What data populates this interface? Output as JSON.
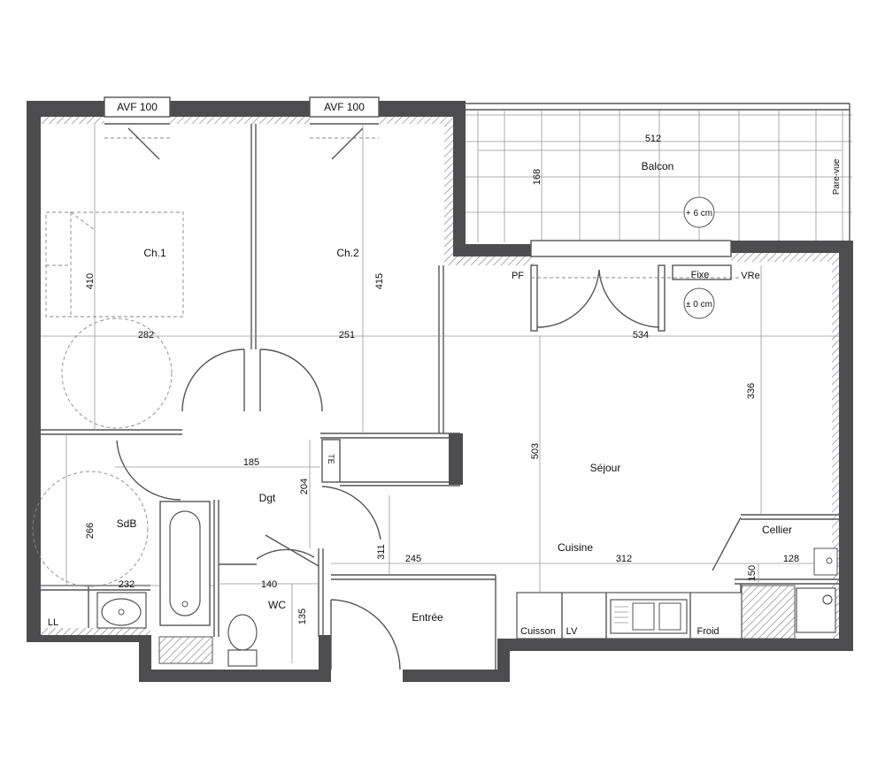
{
  "windows": {
    "ch1": "AVF 100",
    "ch2": "AVF 100"
  },
  "rooms": {
    "ch1": "Ch.1",
    "ch2": "Ch.2",
    "balcon": "Balcon",
    "sejour": "Séjour",
    "cuisine": "Cuisine",
    "cellier": "Cellier",
    "dgt": "Dgt",
    "sdb": "SdB",
    "wc": "WC",
    "entree": "Entrée"
  },
  "equipment": {
    "ll": "LL",
    "te": "TE",
    "cuisson": "Cuisson",
    "lv": "LV",
    "froid": "Froid",
    "pf": "PF",
    "fixe": "Fixe",
    "vre": "VRe",
    "pare_vue": "Pare-vue"
  },
  "levels": {
    "balcon": "+ 6 cm",
    "sejour": "± 0 cm"
  },
  "dimensions": {
    "balcon_w": "512",
    "balcon_h": "168",
    "ch1_h": "410",
    "ch1_w": "282",
    "ch2_h": "415",
    "ch2_w": "251",
    "sejour_w": "534",
    "sejour_h_right": "336",
    "sejour_h": "503",
    "dgt_w": "185",
    "dgt_h": "204",
    "sdb_h": "266",
    "sdb_w": "232",
    "wc_w": "140",
    "wc_h": "135",
    "entree_h": "311",
    "entree_w": "245",
    "cuisine_w": "312",
    "cellier_h": "150",
    "cellier_w": "128"
  }
}
